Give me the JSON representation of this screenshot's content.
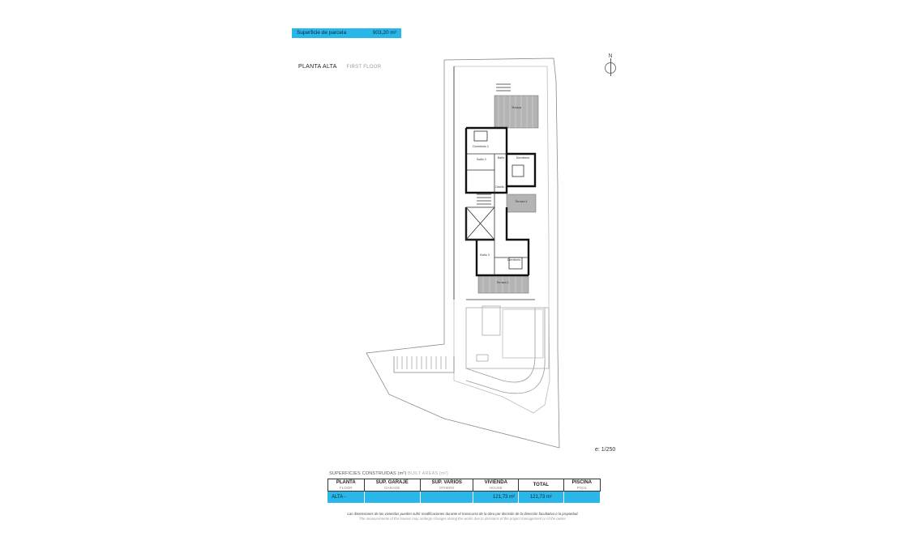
{
  "plot_bar": {
    "label": "Superficie de parcela",
    "value": "903,20 m²"
  },
  "floor_title": {
    "label": "PLANTA ALTA",
    "sub": "FIRST FLOOR"
  },
  "north": {
    "label": "N"
  },
  "scale": "e: 1/250",
  "areas": {
    "label": "SUPERFICIES CONSTRUIDAS (m²)",
    "label_sub": "BUILT AREAS (m²)",
    "headers": [
      {
        "es": "PLANTA",
        "en": "FLOOR"
      },
      {
        "es": "SUP. GARAJE",
        "en": "GARAGE"
      },
      {
        "es": "SUP. VARIOS",
        "en": "OTHERS"
      },
      {
        "es": "VIVIENDA",
        "en": "HOUSE"
      },
      {
        "es": "TOTAL",
        "en": ""
      },
      {
        "es": "PISCINA",
        "en": "POOL"
      }
    ],
    "row": {
      "floor": "ALTA",
      "garage": "",
      "others": "",
      "house": "121,73 m²",
      "total": "121,73 m²",
      "pool": ""
    }
  },
  "note": {
    "es": "Las dimensiones de las viviendas pueden sufrir modificaciones durante el transcurso de la obra por decisión de la dirección facultativa o la propiedad.",
    "en": "The measurements of the houses may undergo changes during the works due to decisions of the project management or of the owner."
  },
  "rooms": [
    {
      "name": "Terraza",
      "area": ""
    },
    {
      "name": "Dormitorio 2",
      "area": ""
    },
    {
      "name": "Baño 2",
      "area": ""
    },
    {
      "name": "Baño",
      "area": ""
    },
    {
      "name": "Dormitorio",
      "area": ""
    },
    {
      "name": "Distrib.",
      "area": ""
    },
    {
      "name": "Terraza 4",
      "area": ""
    },
    {
      "name": "Baño 3",
      "area": ""
    },
    {
      "name": "Dormitorio",
      "area": ""
    },
    {
      "name": "Terraza 2",
      "area": ""
    }
  ],
  "colors": {
    "accent": "#29b6e8",
    "terrace": "#b4b4b4"
  }
}
